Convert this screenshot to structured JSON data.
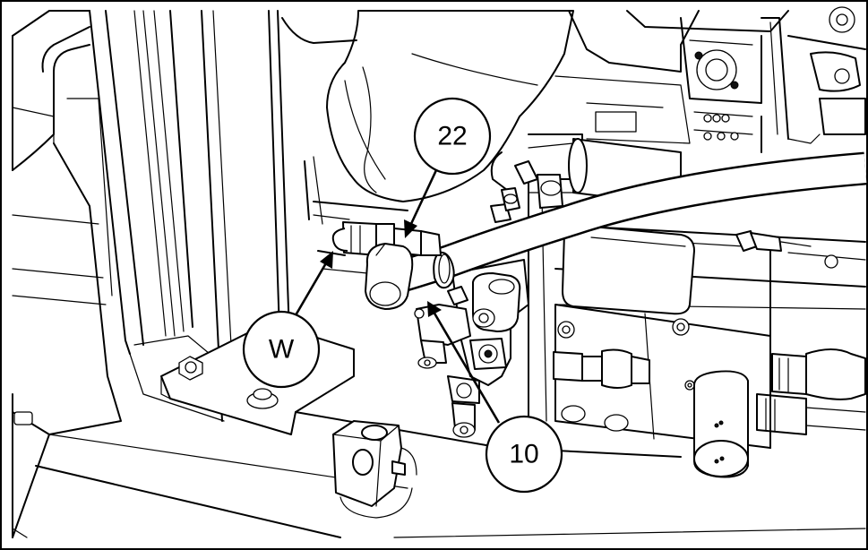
{
  "callouts": {
    "c22": "22",
    "cW": "W",
    "c10": "10"
  },
  "colors": {
    "line": "#000000",
    "background": "#ffffff"
  }
}
